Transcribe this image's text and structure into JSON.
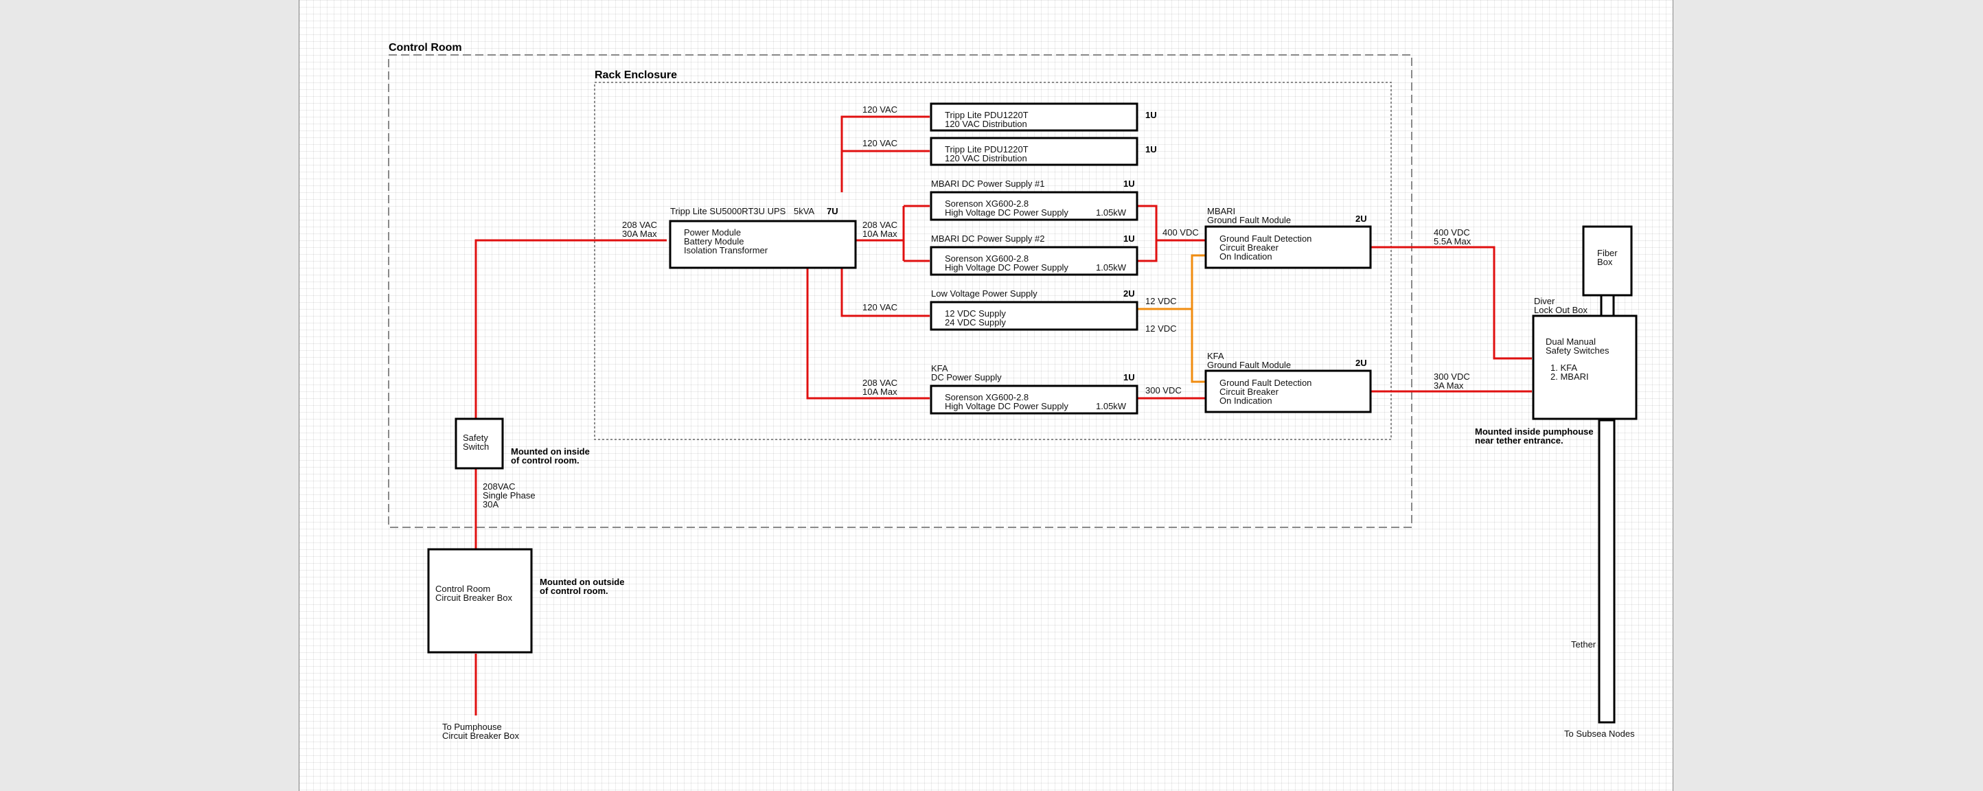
{
  "headings": {
    "control_room": "Control Room",
    "rack_enclosure": "Rack Enclosure"
  },
  "ups": {
    "title": "Tripp Lite SU5000RT3U UPS",
    "rating": "5kVA",
    "units": "7U",
    "line1": "Power Module",
    "line2": "Battery Module",
    "line3": "Isolation Transformer",
    "input_1": "208 VAC",
    "input_2": "30A Max"
  },
  "pdu1": {
    "line1": "Tripp Lite PDU1220T",
    "line2": "120 VAC Distribution",
    "units": "1U",
    "feed": "120 VAC"
  },
  "pdu2": {
    "line1": "Tripp Lite PDU1220T",
    "line2": "120 VAC Distribution",
    "units": "1U",
    "feed": "120 VAC"
  },
  "dc1": {
    "title": "MBARI DC Power Supply #1",
    "units": "1U",
    "line1": "Sorenson XG600-2.8",
    "line2": "High Voltage DC Power Supply",
    "rating": "1.05kW"
  },
  "dc2": {
    "title": "MBARI DC Power Supply #2",
    "units": "1U",
    "line1": "Sorenson XG600-2.8",
    "line2": "High Voltage DC Power Supply",
    "rating": "1.05kW"
  },
  "dc_feed": {
    "line1": "208 VAC",
    "line2": "10A Max"
  },
  "lv": {
    "title": "Low Voltage Power Supply",
    "units": "2U",
    "line1": "12 VDC Supply",
    "line2": "24 VDC Supply",
    "feed": "120 VAC",
    "out_a": "12 VDC",
    "out_b": "12 VDC"
  },
  "kfa_dc": {
    "title_1": "KFA",
    "title_2": "DC Power Supply",
    "units": "1U",
    "line1": "Sorenson XG600-2.8",
    "line2": "High Voltage DC Power Supply",
    "rating": "1.05kW",
    "feed_1": "208 VAC",
    "feed_2": "10A Max",
    "out": "300 VDC"
  },
  "mbari_gf": {
    "title_1": "MBARI",
    "title_2": "Ground Fault Module",
    "units": "2U",
    "line1": "Ground Fault Detection",
    "line2": "Circuit Breaker",
    "line3": "On Indication",
    "in": "400 VDC",
    "out_1": "400 VDC",
    "out_2": "5.5A Max"
  },
  "kfa_gf": {
    "title_1": "KFA",
    "title_2": "Ground Fault Module",
    "units": "2U",
    "line1": "Ground Fault Detection",
    "line2": "Circuit Breaker",
    "line3": "On Indication",
    "out_1": "300 VDC",
    "out_2": "3A Max"
  },
  "fiber": {
    "line1": "Fiber",
    "line2": "Box"
  },
  "lockout": {
    "title_1": "Diver",
    "title_2": "Lock Out Box",
    "line1": "Dual Manual",
    "line2": "Safety Switches",
    "line3": "1. KFA",
    "line4": "2. MBARI",
    "note_1": "Mounted inside pumphouse",
    "note_2": "near tether entrance."
  },
  "tether": {
    "label": "Tether",
    "dest": "To Subsea Nodes"
  },
  "safety": {
    "line1": "Safety",
    "line2": "Switch",
    "note_1": "Mounted on inside",
    "note_2": "of control room.",
    "feed_1": "208VAC",
    "feed_2": "Single Phase",
    "feed_3": "30A"
  },
  "breaker": {
    "line1": "Control Room",
    "line2": "Circuit Breaker Box",
    "note_1": "Mounted on outside",
    "note_2": "of control room.",
    "dest_1": "To Pumphouse",
    "dest_2": "Circuit Breaker Box"
  },
  "colors": {
    "ac_line": "#e01010",
    "lv_line": "#f08c10"
  }
}
